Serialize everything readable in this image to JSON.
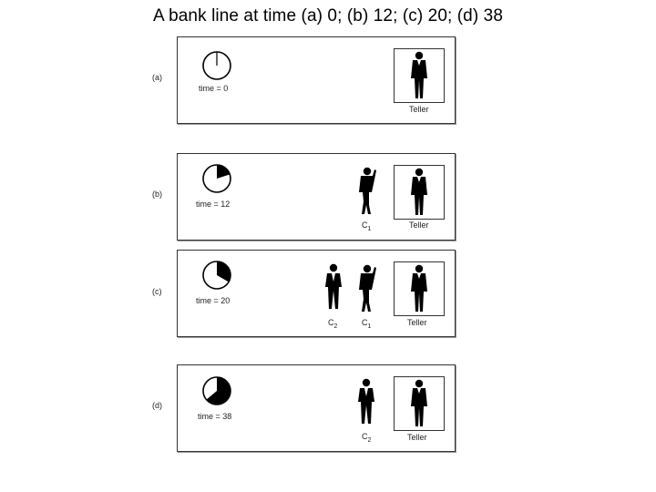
{
  "title": "A bank line at time (a) 0; (b) 12; (c) 20; (d) 38",
  "panels": [
    {
      "label": "(a)",
      "time": "time = 0",
      "fraction": 0,
      "teller": "Teller",
      "customers": []
    },
    {
      "label": "(b)",
      "time": "time = 12",
      "fraction": 0.2,
      "teller": "Teller",
      "customers": [
        {
          "name": "C",
          "sub": "1"
        }
      ]
    },
    {
      "label": "(c)",
      "time": "time = 20",
      "fraction": 0.333,
      "teller": "Teller",
      "customers": [
        {
          "name": "C",
          "sub": "2"
        },
        {
          "name": "C",
          "sub": "1"
        }
      ]
    },
    {
      "label": "(d)",
      "time": "time = 38",
      "fraction": 0.633,
      "teller": "Teller",
      "customers": [
        {
          "name": "C",
          "sub": "2"
        }
      ]
    }
  ]
}
